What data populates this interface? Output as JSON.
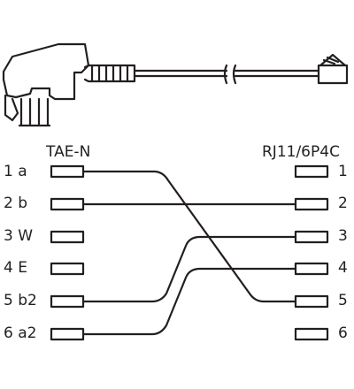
{
  "left_connector": {
    "title": "TAE-N",
    "pins": [
      {
        "label": "1 a"
      },
      {
        "label": "2 b"
      },
      {
        "label": "3 W"
      },
      {
        "label": "4 E"
      },
      {
        "label": "5 b2"
      },
      {
        "label": "6 a2"
      }
    ]
  },
  "right_connector": {
    "title": "RJ11/6P4C",
    "pins": [
      {
        "label": "1"
      },
      {
        "label": "2"
      },
      {
        "label": "3"
      },
      {
        "label": "4"
      },
      {
        "label": "5"
      },
      {
        "label": "6"
      }
    ]
  },
  "wiring": [
    {
      "from": "1 a",
      "to": "5"
    },
    {
      "from": "2 b",
      "to": "2"
    },
    {
      "from": "5 b2",
      "to": "3"
    },
    {
      "from": "6 a2",
      "to": "4"
    }
  ],
  "colors": {
    "ink": "#231f20",
    "background": "#ffffff"
  }
}
